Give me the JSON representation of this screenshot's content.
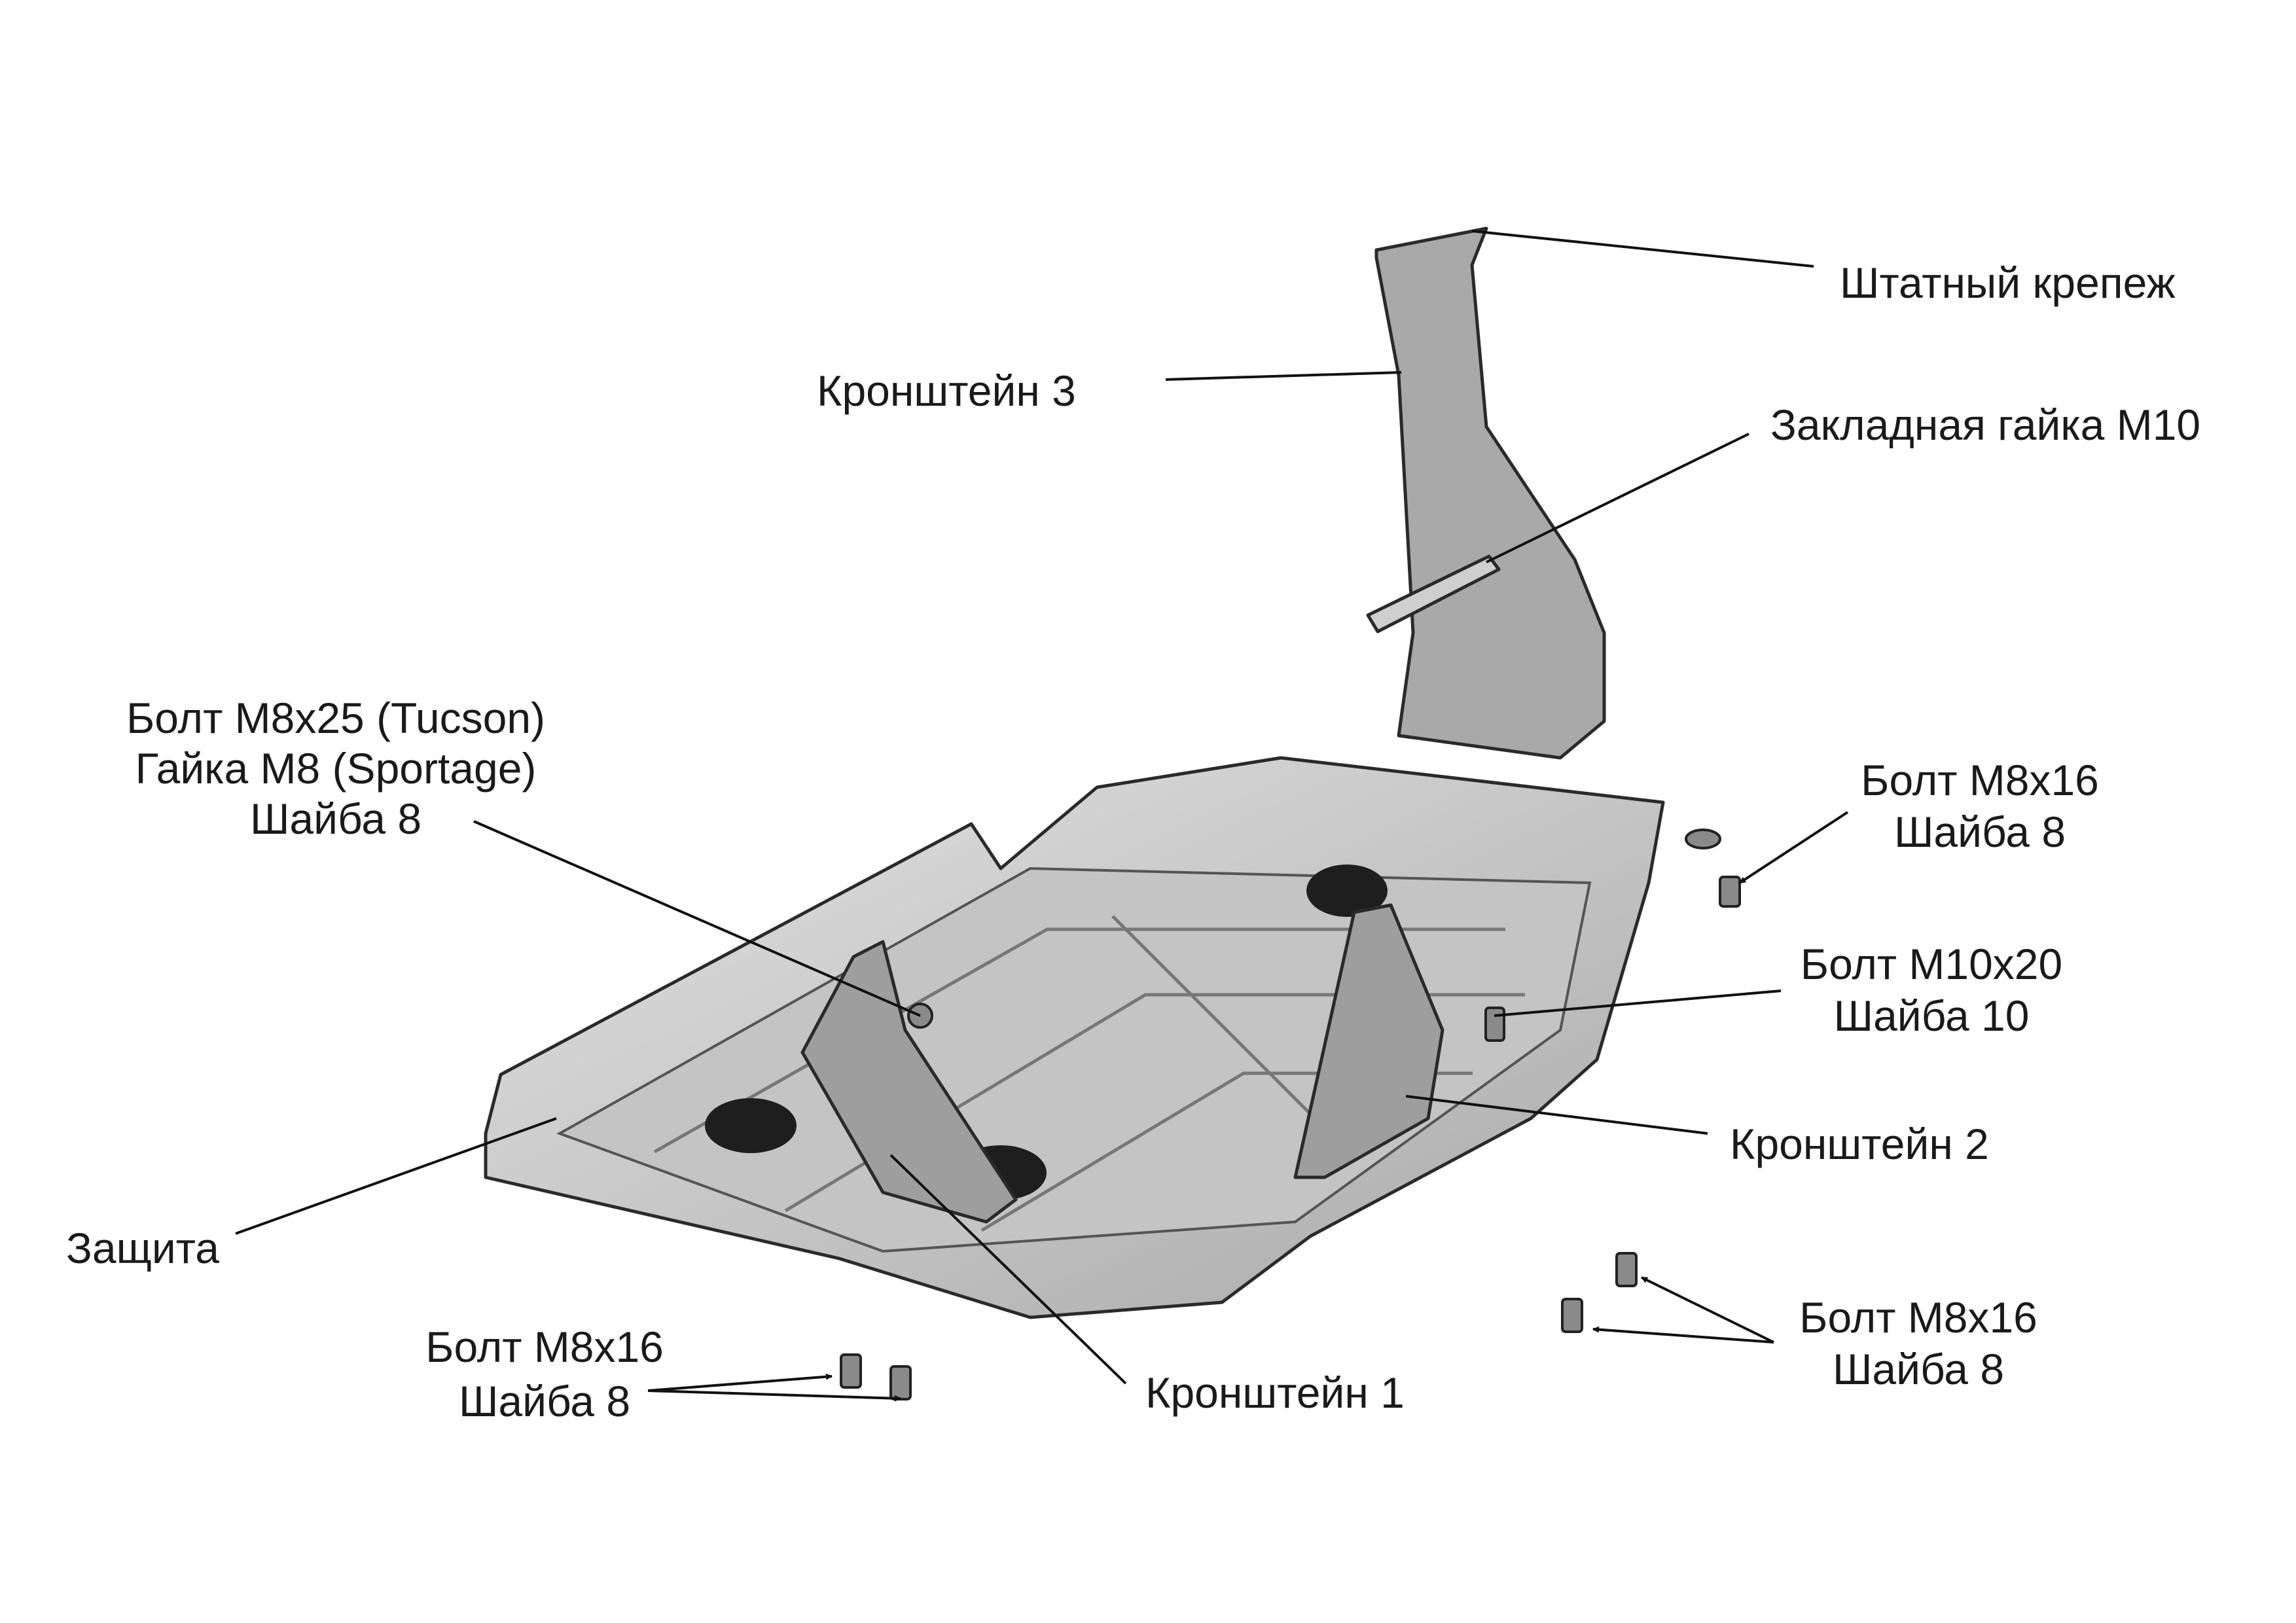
{
  "labels": {
    "standard_fastener": "Штатный крепеж",
    "bracket_3": "Кронштейн 3",
    "embedded_nut": "Закладная гайка М10",
    "bolt_m8x25": [
      "Болт М8x25 (Tucson)",
      "Гайка М8 (Sportage)",
      "Шайба 8"
    ],
    "bolt_m8x16_top_right": [
      "Болт М8x16",
      "Шайба 8"
    ],
    "bolt_m10x20": [
      "Болт М10x20",
      "Шайба 10"
    ],
    "bracket_2": "Кронштейн 2",
    "guard": "Защита",
    "bracket_1": "Кронштейн 1",
    "bolt_m8x16_bottom_left": [
      "Болт М8x16",
      "Шайба 8"
    ],
    "bolt_m8x16_bottom_right": [
      "Болт М8x16",
      "Шайба 8"
    ]
  },
  "colors": {
    "metal": "#b8b8b8",
    "metal_light": "#d6d6d6",
    "pad": "#1e1e1e"
  }
}
